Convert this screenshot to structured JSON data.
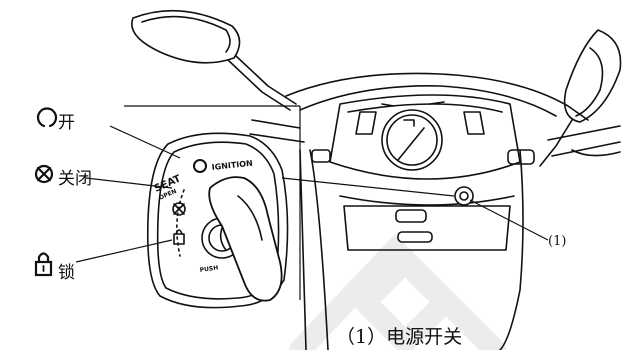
{
  "legend": {
    "on": {
      "icon": "open-circle-icon",
      "label": "开"
    },
    "off": {
      "icon": "crossed-circle-icon",
      "label": "关闭"
    },
    "lock": {
      "icon": "padlock-icon",
      "label": "锁"
    }
  },
  "switch_panel": {
    "seat_label": "SEAT",
    "seat_sub": "OPEN",
    "ignition_label": "IGNITION",
    "push_label": "PUSH"
  },
  "callout": {
    "number": "(1)"
  },
  "caption": {
    "text": "（1）电源开关"
  },
  "watermark": {
    "color": "#f0f0f0"
  },
  "line_color": "#111111"
}
